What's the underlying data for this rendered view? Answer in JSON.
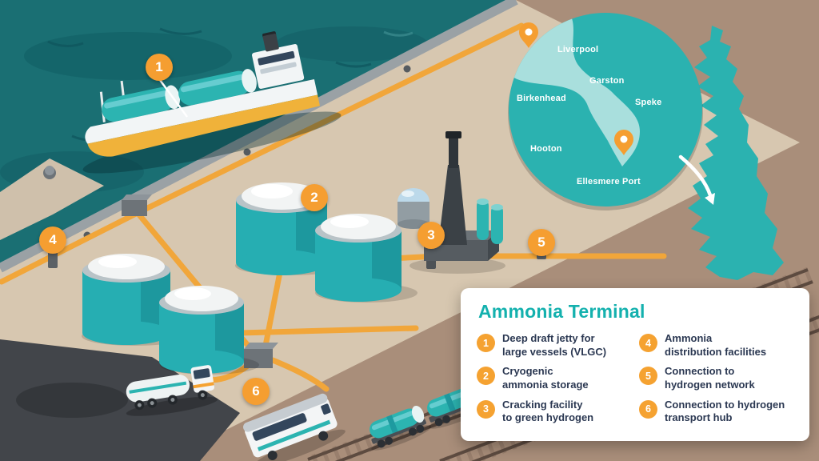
{
  "scene": {
    "markers": [
      "1",
      "2",
      "3",
      "4",
      "5",
      "6"
    ]
  },
  "inset_map": {
    "labels": [
      "Liverpool",
      "Garston",
      "Speke",
      "Birkenhead",
      "Hooton",
      "Ellesmere Port"
    ],
    "pin_icons": [
      "map-pin-liverpool",
      "map-pin-ellesmere-port"
    ]
  },
  "legend": {
    "title": "Ammonia Terminal",
    "items": [
      {
        "num": "1",
        "line1": "Deep draft jetty for",
        "line2": "large vessels (VLGC)"
      },
      {
        "num": "2",
        "line1": "Cryogenic",
        "line2": "ammonia storage"
      },
      {
        "num": "3",
        "line1": "Cracking facility",
        "line2": "to green hydrogen"
      },
      {
        "num": "4",
        "line1": "Ammonia",
        "line2": "distribution facilities"
      },
      {
        "num": "5",
        "line1": "Connection to",
        "line2": "hydrogen network"
      },
      {
        "num": "6",
        "line1": "Connection to hydrogen",
        "line2": "transport hub"
      }
    ]
  },
  "colors": {
    "teal": "#2bb2b0",
    "estuary_light": "#a9dfdd",
    "marker_orange": "#f59e31",
    "pipe_yellow": "#f1a63a",
    "legend_title_teal": "#14b1ae",
    "text_navy": "#2b3852",
    "sea": "#1a6f73",
    "dock": "#d7c7b0",
    "land_brown": "#a98e7a"
  }
}
